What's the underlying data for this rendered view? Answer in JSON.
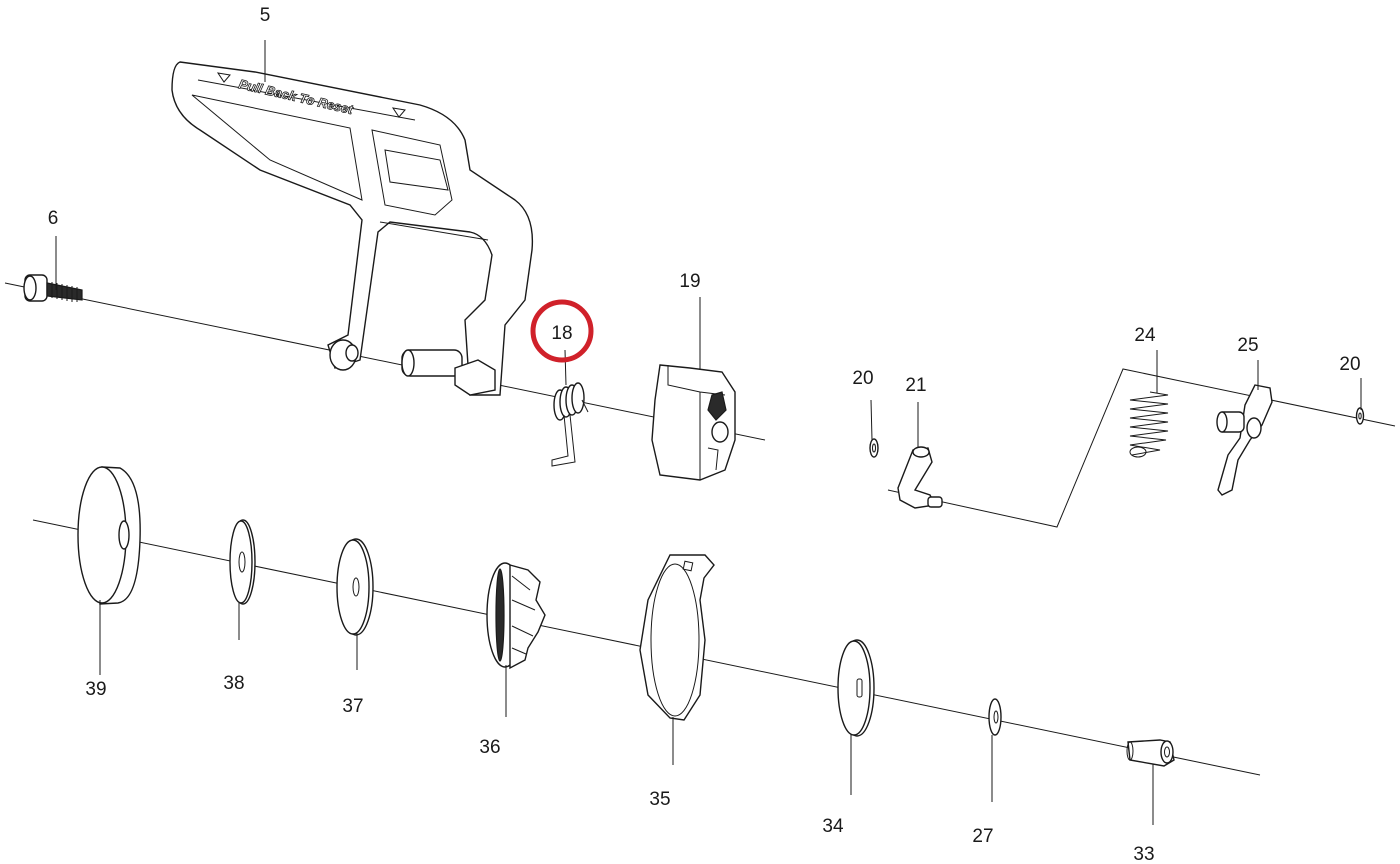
{
  "diagram": {
    "emboss_text": "Pull Back To Reset",
    "highlight": {
      "part": "18",
      "color": "#d0212a"
    },
    "callouts": [
      {
        "id": "5",
        "label": "5"
      },
      {
        "id": "6",
        "label": "6"
      },
      {
        "id": "18",
        "label": "18"
      },
      {
        "id": "19",
        "label": "19"
      },
      {
        "id": "20a",
        "label": "20"
      },
      {
        "id": "21",
        "label": "21"
      },
      {
        "id": "24",
        "label": "24"
      },
      {
        "id": "25",
        "label": "25"
      },
      {
        "id": "20b",
        "label": "20"
      },
      {
        "id": "39",
        "label": "39"
      },
      {
        "id": "38",
        "label": "38"
      },
      {
        "id": "37",
        "label": "37"
      },
      {
        "id": "36",
        "label": "36"
      },
      {
        "id": "35",
        "label": "35"
      },
      {
        "id": "34",
        "label": "34"
      },
      {
        "id": "27",
        "label": "27"
      },
      {
        "id": "33",
        "label": "33"
      }
    ]
  }
}
